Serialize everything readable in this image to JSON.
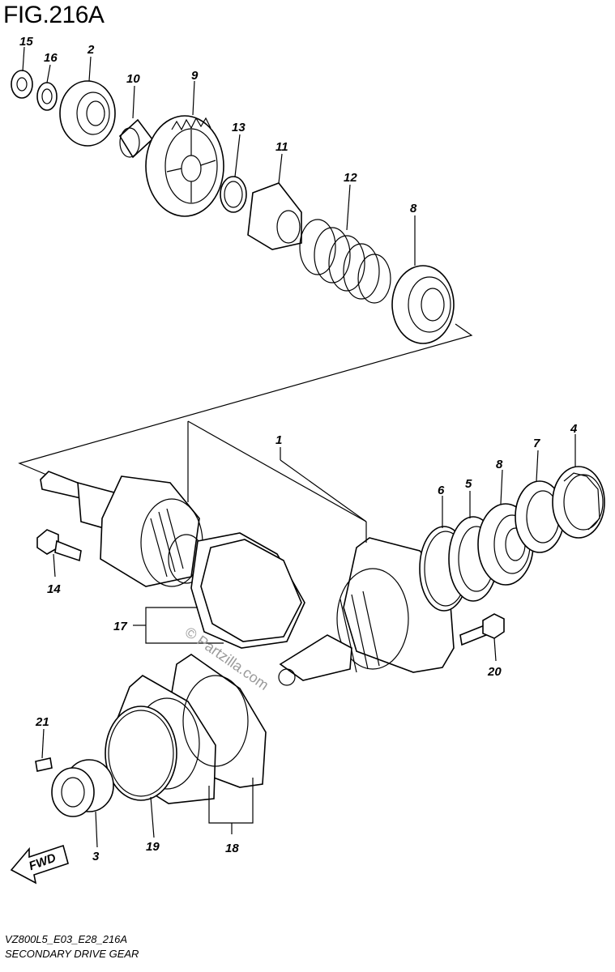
{
  "figure": {
    "title": "FIG.216A",
    "model_code": "VZ800L5_E03_E28_216A",
    "diagram_title": "SECONDARY DRIVE GEAR",
    "watermark": "© Partzilla.com",
    "fwd_label": "FWD"
  },
  "callouts": [
    {
      "id": "c15",
      "text": "15"
    },
    {
      "id": "c16",
      "text": "16"
    },
    {
      "id": "c2",
      "text": "2"
    },
    {
      "id": "c10",
      "text": "10"
    },
    {
      "id": "c9",
      "text": "9"
    },
    {
      "id": "c13",
      "text": "13"
    },
    {
      "id": "c11",
      "text": "11"
    },
    {
      "id": "c12",
      "text": "12"
    },
    {
      "id": "c8a",
      "text": "8"
    },
    {
      "id": "c1",
      "text": "1"
    },
    {
      "id": "c4",
      "text": "4"
    },
    {
      "id": "c7",
      "text": "7"
    },
    {
      "id": "c8b",
      "text": "8"
    },
    {
      "id": "c5",
      "text": "5"
    },
    {
      "id": "c6",
      "text": "6"
    },
    {
      "id": "c14",
      "text": "14"
    },
    {
      "id": "c17",
      "text": "17"
    },
    {
      "id": "c20",
      "text": "20"
    },
    {
      "id": "c21",
      "text": "21"
    },
    {
      "id": "c3",
      "text": "3"
    },
    {
      "id": "c19",
      "text": "19"
    },
    {
      "id": "c18",
      "text": "18"
    }
  ]
}
